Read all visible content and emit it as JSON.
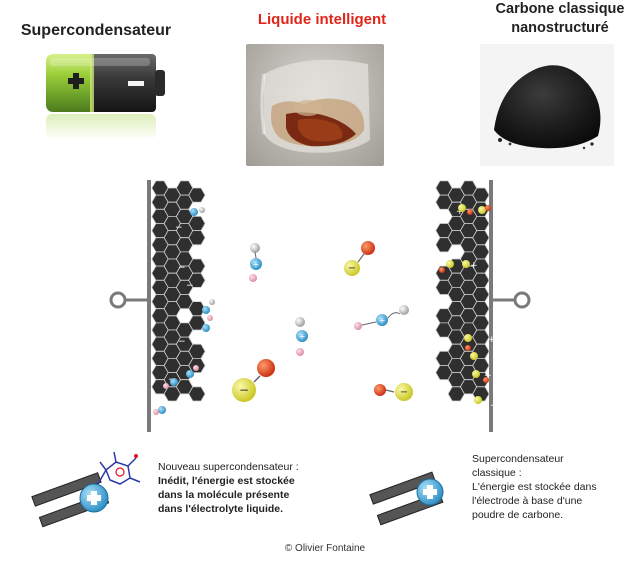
{
  "titles": {
    "supercap": "Supercondensateur",
    "liquid": "Liquide intelligent",
    "carbon_line1": "Carbone classique",
    "carbon_line2": "nanostructuré"
  },
  "captions": {
    "left_line1": "Nouveau supercondensateur :",
    "left_bold1": "Inédit, l'énergie est stockée",
    "left_bold2": "dans la molécule présente",
    "left_bold3": "dans l'électrolyte liquide.",
    "right_line1": "Supercondensateur",
    "right_line2": "classique :",
    "right_line3": "L'énergie est stockée dans",
    "right_line4": "l'électrode à base d'une",
    "right_line5": "poudre de carbone."
  },
  "credit": "© Olivier Fontaine",
  "colors": {
    "battery_green": "#8bc53f",
    "liquid_title_red": "#e1251b",
    "electrode_dark": "#2d2d2d",
    "anion_yellow": "#e9e63a",
    "cation_blue": "#3aa6d8",
    "radical_red": "#d7341a"
  }
}
